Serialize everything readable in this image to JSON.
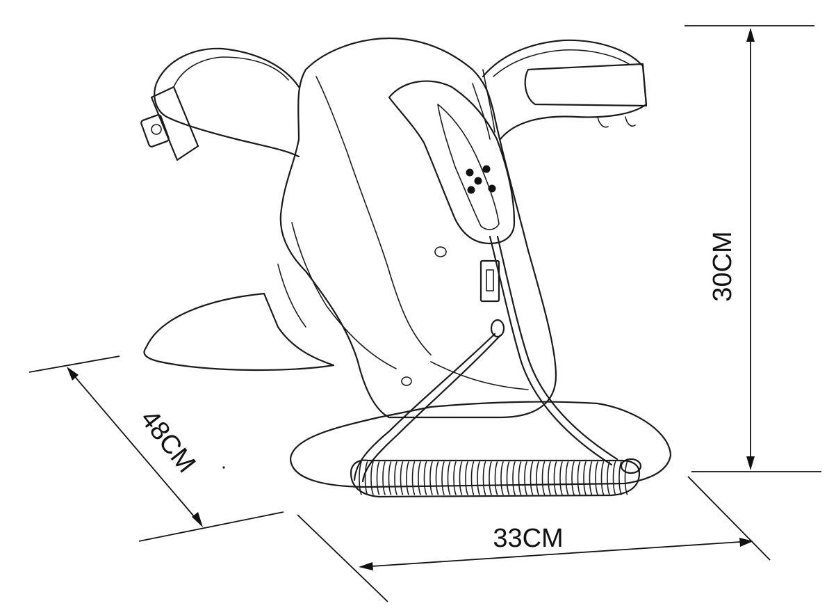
{
  "dimensions": {
    "height": {
      "label": "30CM"
    },
    "depth": {
      "label": "48CM"
    },
    "width": {
      "label": "33CM"
    }
  }
}
